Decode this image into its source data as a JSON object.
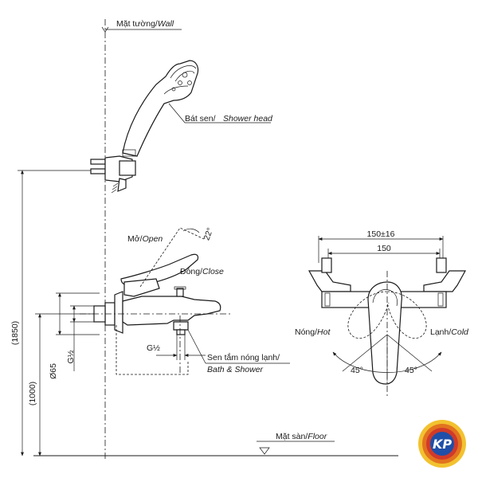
{
  "labels": {
    "wall_vi": "Mặt tường/",
    "wall_en": "Wall",
    "shower_head_vi": "Bát sen/",
    "shower_head_en": "Shower head",
    "open_vi": "Mở/",
    "open_en": "Open",
    "close_vi": "Đóng/",
    "close_en": "Close",
    "angle_22": "22°",
    "bath_shower_vi": "Sen tắm nóng lạnh/",
    "bath_shower_en": "Bath & Shower",
    "floor_vi": "Mặt sàn/",
    "floor_en": "Floor",
    "hot_vi": "Nóng/",
    "hot_en": "Hot",
    "cold_vi": "Lạnh/",
    "cold_en": "Cold",
    "angle_45_left": "45°",
    "angle_45_right": "45°"
  },
  "dimensions": {
    "height_1850": "(1850)",
    "height_1000": "(1000)",
    "dia_65": "Ø65",
    "thread_g12_left": "G½",
    "thread_g12_bottom": "G½",
    "width_150_tol": "150±16",
    "width_150": "150"
  },
  "logo": {
    "text": "KP",
    "colors": {
      "ring_outer": "#f2c230",
      "ring_mid": "#e2731f",
      "ring_inner": "#d13a2a",
      "center": "#1f4fa8"
    }
  }
}
